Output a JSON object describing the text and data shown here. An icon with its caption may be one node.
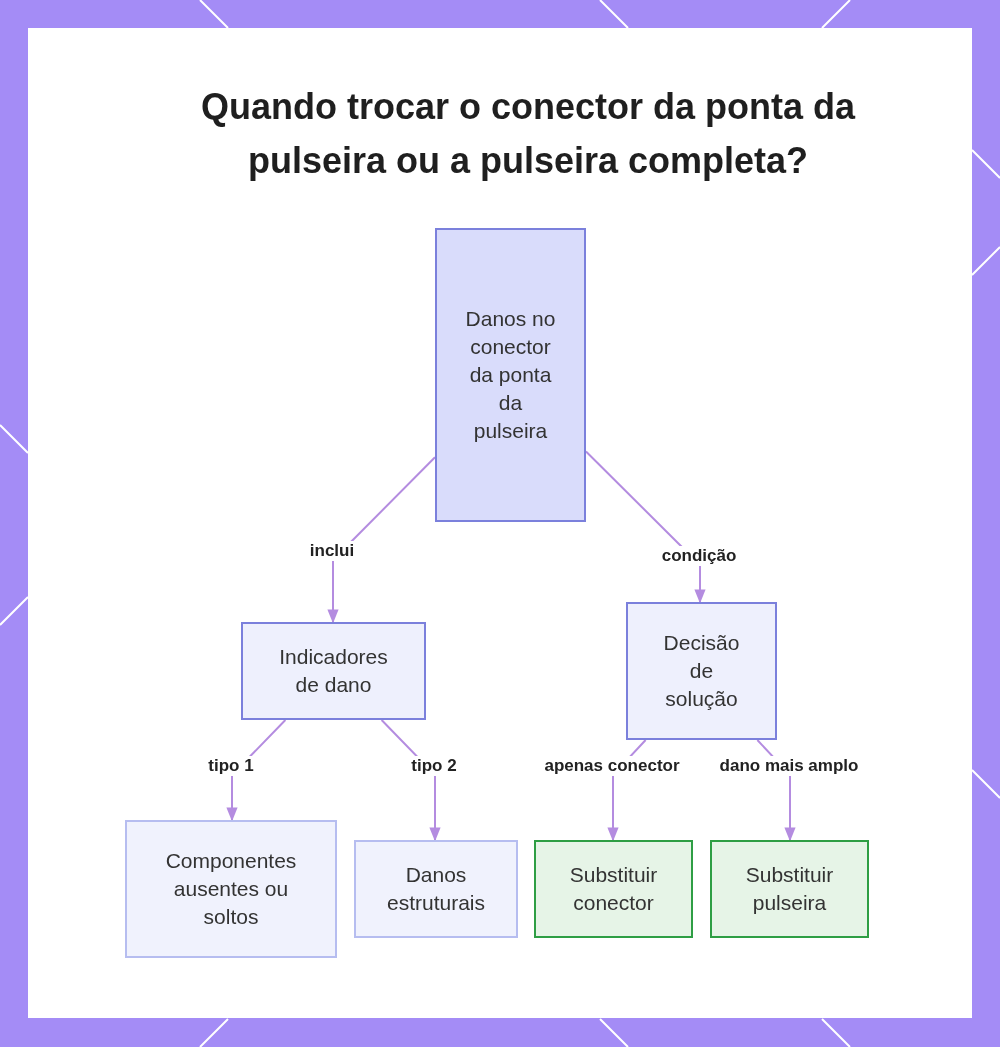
{
  "diagram": {
    "title": "Quando trocar o conector da ponta da pulseira ou a pulseira completa?",
    "nodes": [
      {
        "text": [
          "Danos no conector da ponta da pulseira"
        ]
      },
      {
        "text": [
          "Indicadores de dano"
        ]
      },
      {
        "text": [
          "Decisão de solução"
        ]
      },
      {
        "text": [
          "Componentes ausentes ou soltos"
        ]
      },
      {
        "text": [
          "Danos estruturais"
        ]
      },
      {
        "text": [
          "Substituir conector"
        ]
      },
      {
        "text": [
          "Substituir pulseira"
        ]
      }
    ],
    "edges": [
      {
        "from": 0,
        "to": 1,
        "arrow": "to",
        "label": "inclui"
      },
      {
        "from": 0,
        "to": 2,
        "arrow": "to",
        "label": "condição"
      },
      {
        "from": 1,
        "to": 3,
        "arrow": "to",
        "label": "tipo 1"
      },
      {
        "from": 1,
        "to": 4,
        "arrow": "to",
        "label": "tipo 2"
      },
      {
        "from": 2,
        "to": 5,
        "arrow": "to",
        "label": "apenas conector"
      },
      {
        "from": 2,
        "to": 6,
        "arrow": "to",
        "label": "dano mais amplo"
      }
    ]
  }
}
